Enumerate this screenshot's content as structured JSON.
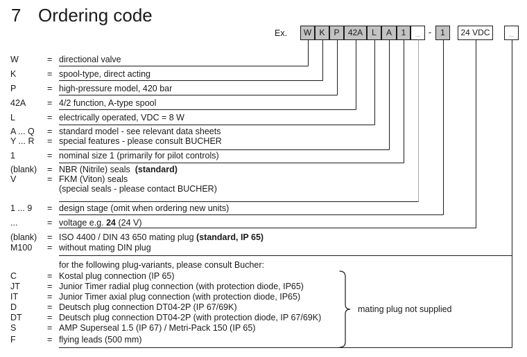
{
  "header": {
    "number": "7",
    "title": "Ordering code"
  },
  "example": {
    "label": "Ex.",
    "separator": "-",
    "boxes": [
      {
        "label": "W",
        "filled": true,
        "muted": false
      },
      {
        "label": "K",
        "filled": true,
        "muted": false
      },
      {
        "label": "P",
        "filled": true,
        "muted": false
      },
      {
        "label": "42A",
        "filled": true,
        "muted": false
      },
      {
        "label": "L",
        "filled": true,
        "muted": false
      },
      {
        "label": "A",
        "filled": true,
        "muted": false
      },
      {
        "label": "1",
        "filled": true,
        "muted": false
      },
      {
        "label": "_",
        "filled": false,
        "muted": true
      },
      {
        "label": "1",
        "filled": true,
        "muted": false
      },
      {
        "label": "24 VDC",
        "filled": false,
        "muted": false
      },
      {
        "label": "_",
        "filled": false,
        "muted": true
      }
    ]
  },
  "equals_sign": "=",
  "rows": [
    {
      "code": "W",
      "eq": true,
      "parts": [
        {
          "t": "directional valve"
        }
      ]
    },
    {
      "code": "K",
      "eq": true,
      "parts": [
        {
          "t": "spool-type, direct acting"
        }
      ]
    },
    {
      "code": "P",
      "eq": true,
      "parts": [
        {
          "t": "high-pressure model, 420 bar"
        }
      ]
    },
    {
      "code": "42A",
      "eq": true,
      "parts": [
        {
          "t": "4/2 function, A-type spool"
        }
      ]
    },
    {
      "code": "L",
      "eq": true,
      "parts": [
        {
          "t": "electrically operated, VDC = 8 W"
        }
      ]
    },
    {
      "code": "A ... Q",
      "eq": true,
      "parts": [
        {
          "t": "standard model - see relevant data sheets"
        }
      ]
    },
    {
      "code": "Y ... R",
      "eq": true,
      "parts": [
        {
          "t": "special features - please consult BUCHER"
        }
      ]
    },
    {
      "code": "1",
      "eq": true,
      "parts": [
        {
          "t": "nominal size 1 (primarily for pilot controls)"
        }
      ]
    },
    {
      "code": "(blank)",
      "eq": true,
      "parts": [
        {
          "t": "NBR (Nitrile) seals  "
        },
        {
          "t": "(standard)",
          "b": true
        }
      ]
    },
    {
      "code": "V",
      "eq": true,
      "parts": [
        {
          "t": "FKM (Viton) seals"
        }
      ]
    },
    {
      "code": "",
      "eq": false,
      "parts": [
        {
          "t": "(special seals - please contact BUCHER)"
        }
      ]
    },
    {
      "code": "1 ... 9",
      "eq": true,
      "parts": [
        {
          "t": "design stage (omit when ordering new units)"
        }
      ]
    },
    {
      "code": "...",
      "eq": true,
      "parts": [
        {
          "t": "voltage e.g. "
        },
        {
          "t": "24",
          "b": true
        },
        {
          "t": " (24 V)"
        }
      ]
    },
    {
      "code": "(blank)",
      "eq": true,
      "parts": [
        {
          "t": "ISO 4400 / DIN 43 650 mating plug "
        },
        {
          "t": "(standard, IP 65)",
          "b": true
        }
      ]
    },
    {
      "code": "M100",
      "eq": true,
      "parts": [
        {
          "t": "without mating DIN plug"
        }
      ]
    },
    {
      "code": "",
      "eq": false,
      "parts": [
        {
          "t": "for the following plug-variants, please consult Bucher:"
        }
      ]
    },
    {
      "code": "C",
      "eq": true,
      "parts": [
        {
          "t": "Kostal plug connection (IP 65)"
        }
      ]
    },
    {
      "code": "JT",
      "eq": true,
      "parts": [
        {
          "t": "Junior Timer radial plug connection (with protection diode, IP65)"
        }
      ]
    },
    {
      "code": "IT",
      "eq": true,
      "parts": [
        {
          "t": "Junior Timer axial plug connection (with protection diode, IP65)"
        }
      ]
    },
    {
      "code": "D",
      "eq": true,
      "parts": [
        {
          "t": "Deutsch plug connection DT04-2P (IP 67/69K)"
        }
      ]
    },
    {
      "code": "DT",
      "eq": true,
      "parts": [
        {
          "t": "Deutsch plug connection DT04-2P (with protection diode, IP 67/69K)"
        }
      ]
    },
    {
      "code": "S",
      "eq": true,
      "parts": [
        {
          "t": "AMP Superseal 1.5 (IP 67) / Metri-Pack 150 (IP 65)"
        }
      ]
    },
    {
      "code": "F",
      "eq": true,
      "parts": [
        {
          "t": "flying leads (500 mm)"
        }
      ]
    }
  ],
  "note": {
    "text": "mating plug not supplied"
  },
  "colors": {
    "text": "#1a1a1a",
    "box_fill": "#c2c2c2",
    "muted_gray": "#8c8c8c",
    "gray_line": "#a6a6a6",
    "line": "#1a1a1a"
  }
}
